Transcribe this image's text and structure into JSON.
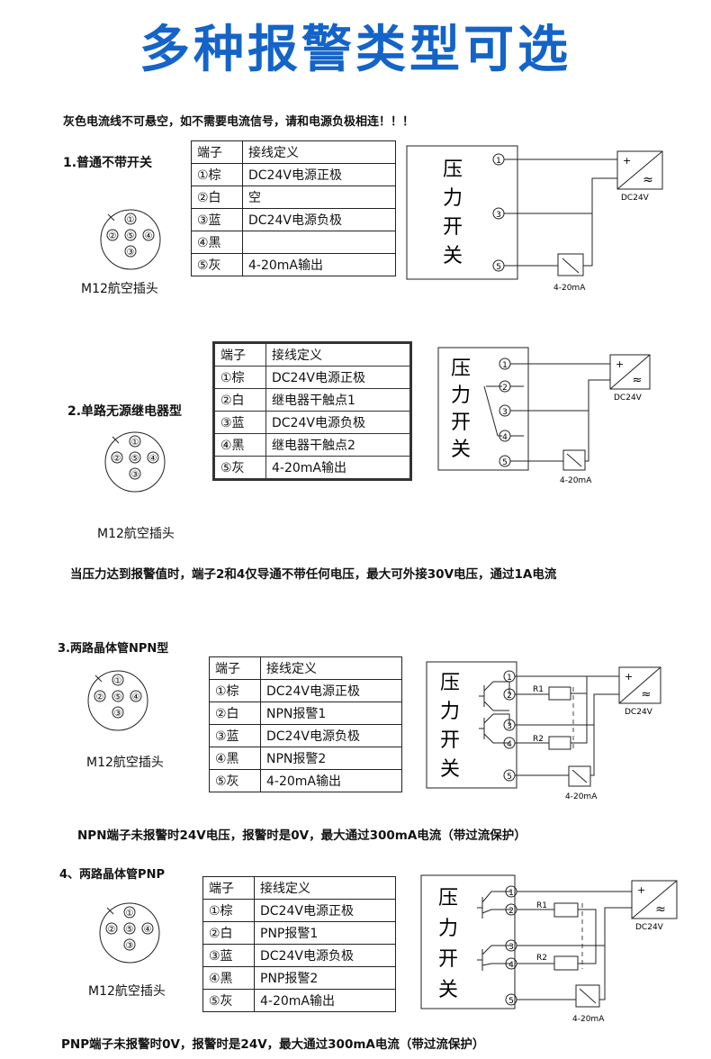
{
  "title": "多种报警类型可选",
  "warning": "灰色电流线不可悬空，如不需要电流信号，请和电源负极相连！！！",
  "connector_caption": "M12航空插头",
  "pins": [
    "①",
    "②",
    "⑤",
    "④",
    "③"
  ],
  "switch_chars": [
    "压",
    "力",
    "开",
    "关"
  ],
  "terminals": [
    "1",
    "2",
    "3",
    "4",
    "5"
  ],
  "psu_label": "DC24V",
  "psu_plus": "+",
  "psu_ac": "≈",
  "meter_label": "4-20mA",
  "r1": "R1",
  "r2": "R2",
  "table_header": [
    "端子",
    "接线定义"
  ],
  "sections": [
    {
      "title": "1.普通不带开关",
      "rows": [
        [
          "①棕",
          "DC24V电源正极"
        ],
        [
          "②白",
          "空"
        ],
        [
          "③蓝",
          "DC24V电源负极"
        ],
        [
          "④黑",
          ""
        ],
        [
          "⑤灰",
          "4-20mA输出"
        ]
      ]
    },
    {
      "title": "2.单路无源继电器型",
      "rows": [
        [
          "①棕",
          "DC24V电源正极"
        ],
        [
          "②白",
          "继电器干触点1"
        ],
        [
          "③蓝",
          "DC24V电源负极"
        ],
        [
          "④黑",
          "继电器干触点2"
        ],
        [
          "⑤灰",
          "4-20mA输出"
        ]
      ],
      "note": "当压力达到报警值时，端子2和4仅导通不带任何电压，最大可外接30V电压，通过1A电流"
    },
    {
      "title": "3.两路晶体管NPN型",
      "rows": [
        [
          "①棕",
          "DC24V电源正极"
        ],
        [
          "②白",
          "NPN报警1"
        ],
        [
          "③蓝",
          "DC24V电源负极"
        ],
        [
          "④黑",
          "NPN报警2"
        ],
        [
          "⑤灰",
          "4-20mA输出"
        ]
      ],
      "note": "NPN端子未报警时24V电压，报警时是0V，最大通过300mA电流（带过流保护）"
    },
    {
      "title": "4、两路晶体管PNP",
      "rows": [
        [
          "①棕",
          "DC24V电源正极"
        ],
        [
          "②白",
          "PNP报警1"
        ],
        [
          "③蓝",
          "DC24V电源负极"
        ],
        [
          "④黑",
          "PNP报警2"
        ],
        [
          "⑤灰",
          "4-20mA输出"
        ]
      ],
      "note": "PNP端子未报警时0V，报警时是24V，最大通过300mA电流（带过流保护）"
    }
  ]
}
